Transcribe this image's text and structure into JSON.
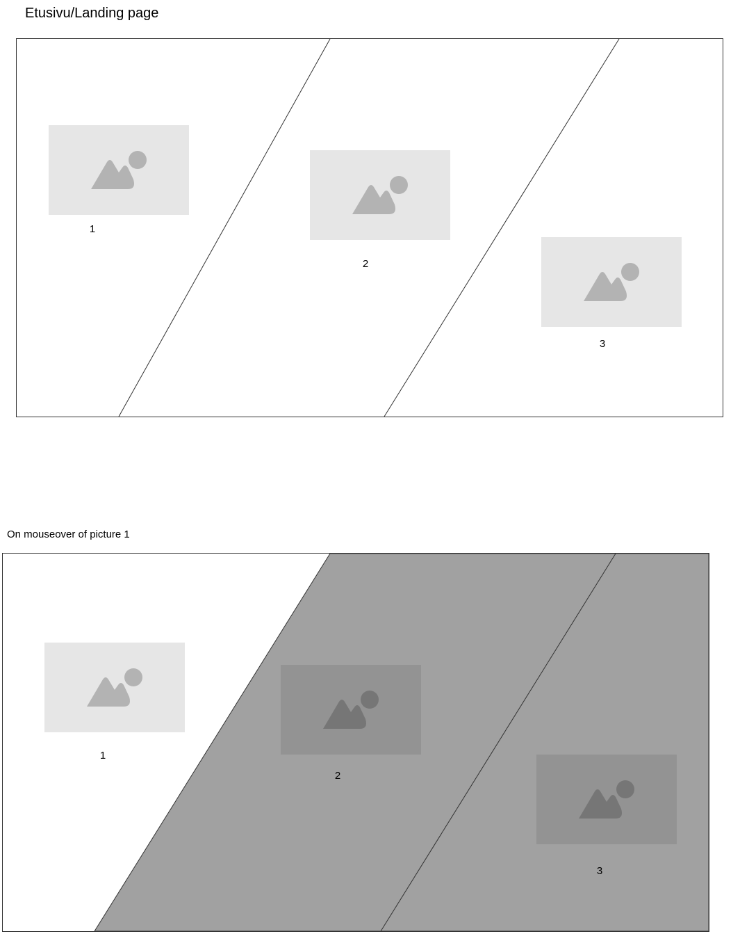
{
  "landing": {
    "title": "Etusivu/Landing page",
    "labels": [
      "1",
      "2",
      "3"
    ]
  },
  "mouseover": {
    "title": "On mouseover of picture 1",
    "labels": [
      "1",
      "2",
      "3"
    ],
    "hovered_picture": "1"
  },
  "icons": {
    "placeholder": "image-placeholder-icon"
  },
  "colors": {
    "frame_stroke": "#333333",
    "placeholder_bg": "#e6e6e6",
    "placeholder_icon": "#b3b3b3",
    "overlay_fill": "#a1a1a1",
    "dim_placeholder_bg": "#939393",
    "dim_placeholder_icon": "#767676"
  }
}
